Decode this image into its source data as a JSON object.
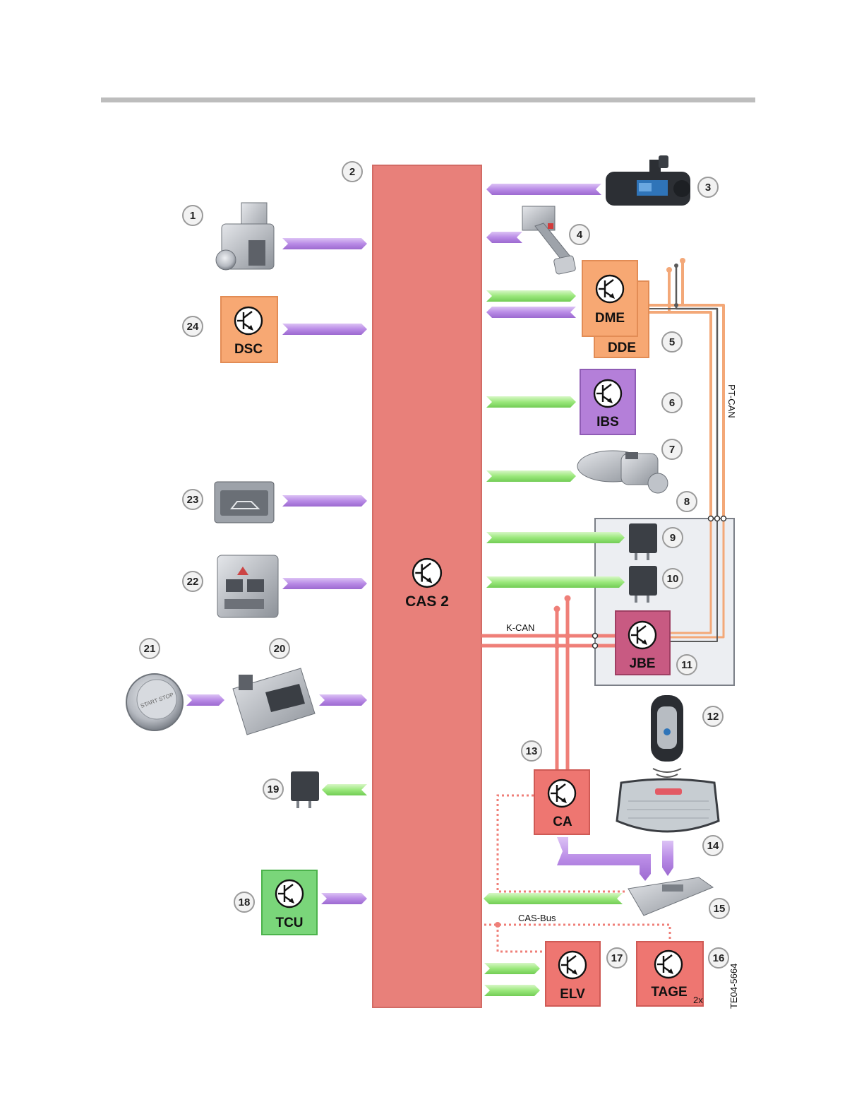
{
  "central": {
    "label": "CAS 2"
  },
  "modules": {
    "dme": "DME",
    "dde": "DDE",
    "dsc": "DSC",
    "ibs": "IBS",
    "jbe": "JBE",
    "ca": "CA",
    "tcu": "TCU",
    "elv": "ELV",
    "tage": "TAGE",
    "tage_count": "2x"
  },
  "bus": {
    "pt_can": "PT-CAN",
    "k_can": "K-CAN",
    "cas_bus": "CAS-Bus"
  },
  "callouts": [
    "1",
    "2",
    "3",
    "4",
    "5",
    "6",
    "7",
    "8",
    "9",
    "10",
    "11",
    "12",
    "13",
    "14",
    "15",
    "16",
    "17",
    "18",
    "19",
    "20",
    "21",
    "22",
    "23",
    "24"
  ],
  "start_stop_text": "START STOP",
  "figure_code": "TE04-5664",
  "colors": {
    "cas": "#e8807a",
    "dme": "#f7a873",
    "ibs": "#b47fd9",
    "jbe": "#c85a82",
    "ca": "#ee7671",
    "tcu": "#7ad67a",
    "arrow_purple": "#b98be6",
    "arrow_green": "#9be87c",
    "pt_can": "#f3a878",
    "k_can": "#ef7f78"
  }
}
